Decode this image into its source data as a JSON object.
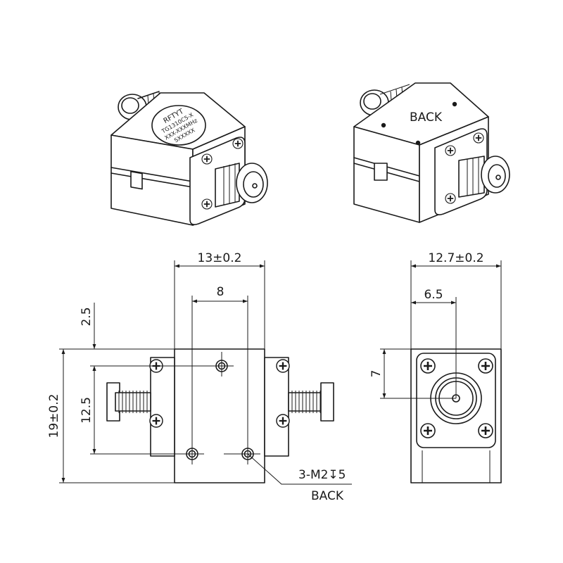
{
  "iso_front": {
    "brand": "RFTYT",
    "model": "TG1310C5-X",
    "code1": "XXX-XXXMHz",
    "code2": "SXXXXX"
  },
  "iso_back": {
    "label": "BACK"
  },
  "front_view": {
    "width_dim": "13±0.2",
    "hole_spacing_dim": "8",
    "top_offset_dim": "2.5",
    "hole_pitch_dim": "12.5",
    "height_dim": "19±0.2",
    "hole_callout": "3-M2↧5",
    "hole_callout_side": "BACK"
  },
  "side_view": {
    "width_dim": "12.7±0.2",
    "center_dim": "6.5",
    "height_dim": "7"
  }
}
